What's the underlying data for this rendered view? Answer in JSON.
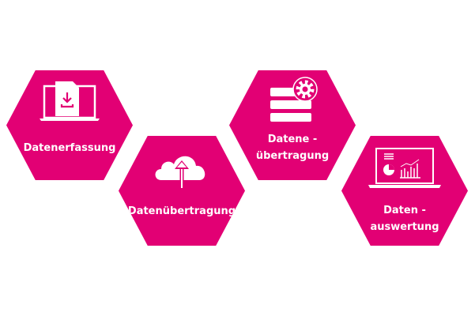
{
  "accent_color": "#e20074",
  "hexagons": [
    {
      "label_lines": [
        "Datenerfassung"
      ],
      "icon": "laptop-download-icon"
    },
    {
      "label_lines": [
        "Datenübertragung"
      ],
      "icon": "cloud-upload-icon"
    },
    {
      "label_lines": [
        "Datene -",
        "übertragung"
      ],
      "icon": "database-gear-icon"
    },
    {
      "label_lines": [
        "Daten -",
        "auswertung"
      ],
      "icon": "laptop-analytics-icon"
    }
  ]
}
